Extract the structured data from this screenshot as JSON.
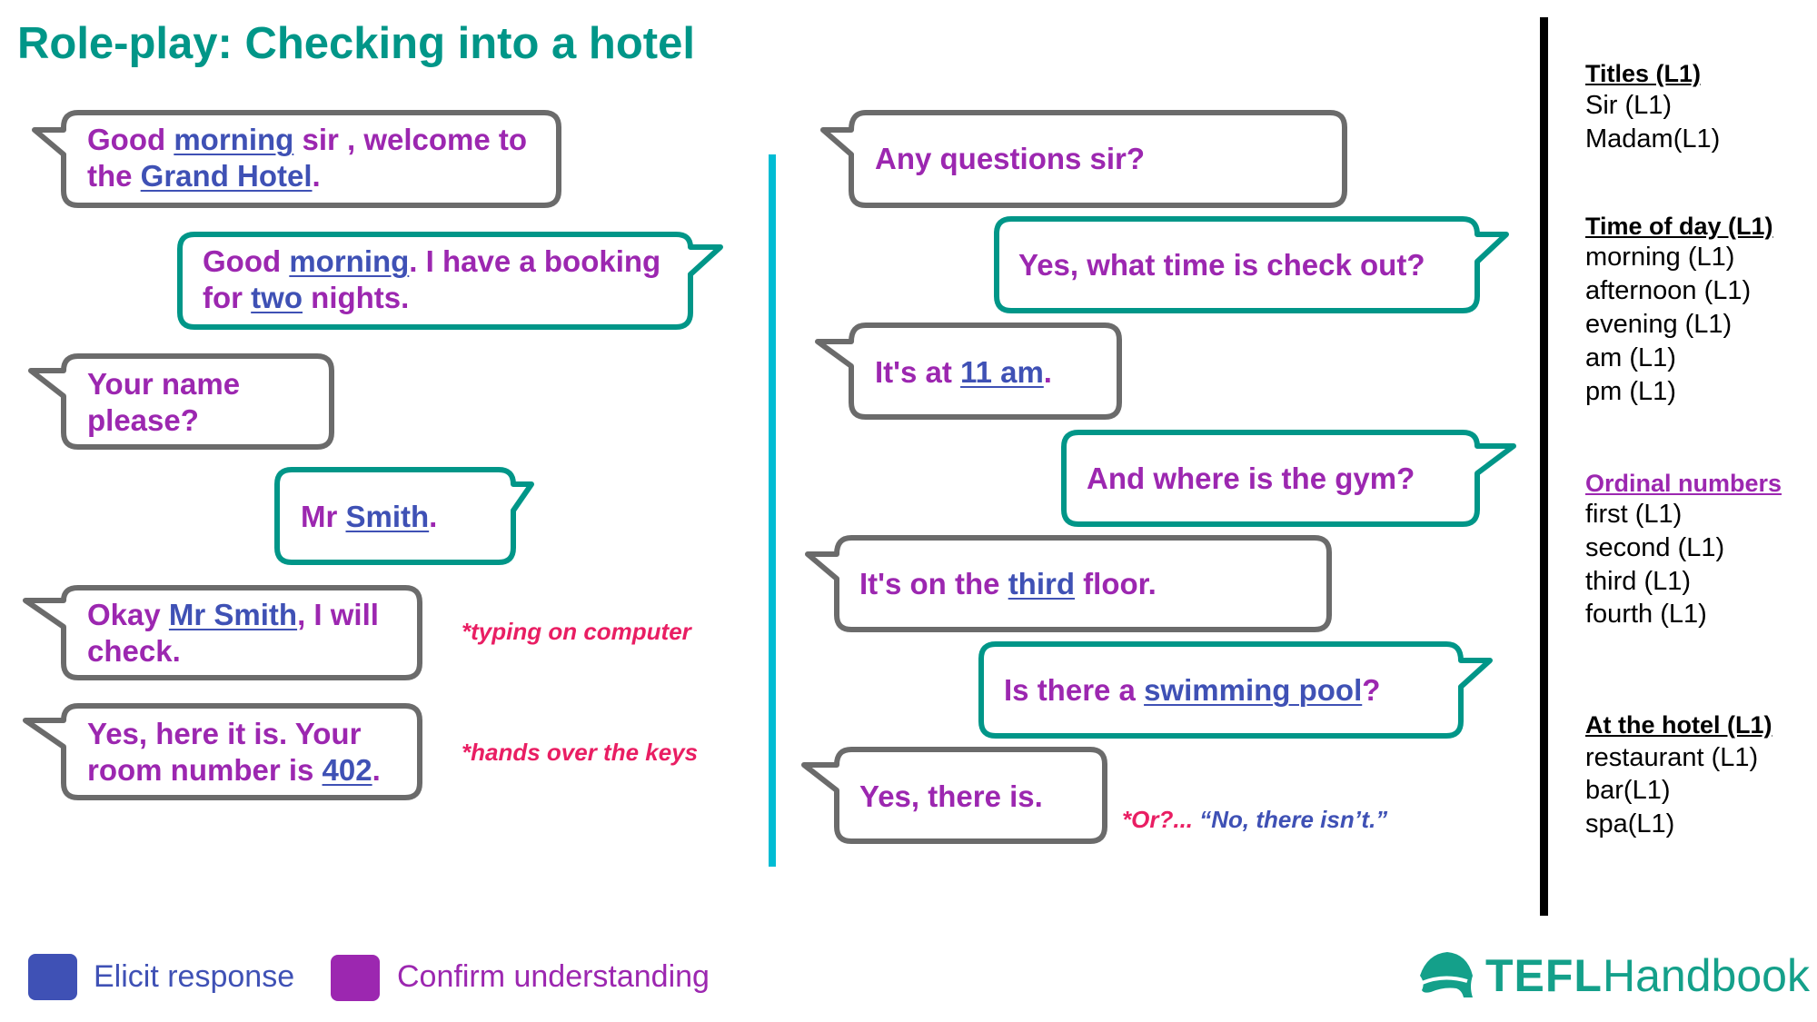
{
  "title": "Role-play: Checking into a hotel",
  "colors": {
    "title": "#009688",
    "receptionist_bubble_border": "#6b6b6b",
    "guest_bubble_border": "#009688",
    "dialogue_text": "#9c27b0",
    "key_word": "#3f51b5",
    "stage_note": "#e91e63",
    "left_divider": "#00bcd4",
    "right_divider": "#000000"
  },
  "dialogue": [
    {
      "speaker": "receptionist",
      "parts": [
        "Good ",
        "morning",
        " sir , welcome to",
        "the ",
        "Grand Hotel",
        "."
      ]
    },
    {
      "speaker": "guest",
      "parts": [
        "Good ",
        "morning",
        ". I have a booking",
        "for ",
        "two",
        " nights."
      ]
    },
    {
      "speaker": "receptionist",
      "parts": [
        "Your name",
        "please?"
      ]
    },
    {
      "speaker": "guest",
      "parts": [
        "Mr ",
        "Smith",
        "."
      ]
    },
    {
      "speaker": "receptionist",
      "parts": [
        "Okay ",
        "Mr Smith",
        ", I will",
        "check."
      ]
    },
    {
      "speaker": "receptionist",
      "parts": [
        "Yes, here it is. Your",
        "room number is ",
        "402",
        "."
      ]
    },
    {
      "speaker": "receptionist",
      "parts": [
        "Any questions sir?"
      ]
    },
    {
      "speaker": "guest",
      "parts": [
        "Yes, what time is check out?"
      ]
    },
    {
      "speaker": "receptionist",
      "parts": [
        "It's at ",
        "11 am",
        "."
      ]
    },
    {
      "speaker": "guest",
      "parts": [
        "And where is the gym?"
      ]
    },
    {
      "speaker": "receptionist",
      "parts": [
        "It's on the ",
        "third",
        " floor."
      ]
    },
    {
      "speaker": "guest",
      "parts": [
        "Is there a ",
        "swimming pool",
        "?"
      ]
    },
    {
      "speaker": "receptionist",
      "parts": [
        "Yes, there is."
      ]
    }
  ],
  "stage_notes": {
    "typing": "*typing on computer",
    "keys": "*hands over the keys",
    "alternative_prefix": "*Or?... ",
    "alternative_quote": "“No, there isn’t.”"
  },
  "vocabulary": [
    {
      "heading": "Titles (L1)",
      "items": [
        "Sir (L1)",
        "Madam(L1)"
      ]
    },
    {
      "heading": "Time of day (L1)",
      "items": [
        "morning (L1)",
        "afternoon (L1)",
        "evening (L1)",
        "am (L1)",
        "pm (L1)"
      ]
    },
    {
      "heading": "Ordinal numbers",
      "items": [
        "first (L1)",
        "second (L1)",
        "third (L1)",
        "fourth (L1)"
      ]
    },
    {
      "heading": "At the hotel (L1)",
      "items": [
        "restaurant (L1)",
        "bar(L1)",
        "spa(L1)"
      ]
    }
  ],
  "legend": [
    {
      "label": "Elicit response",
      "color": "#3f51b5"
    },
    {
      "label": "Confirm understanding",
      "color": "#9c27b0"
    }
  ],
  "logo": {
    "bold": "TEFL",
    "regular": "Handbook",
    "icon": "graduation-cap-icon",
    "color": "#14a08a"
  }
}
